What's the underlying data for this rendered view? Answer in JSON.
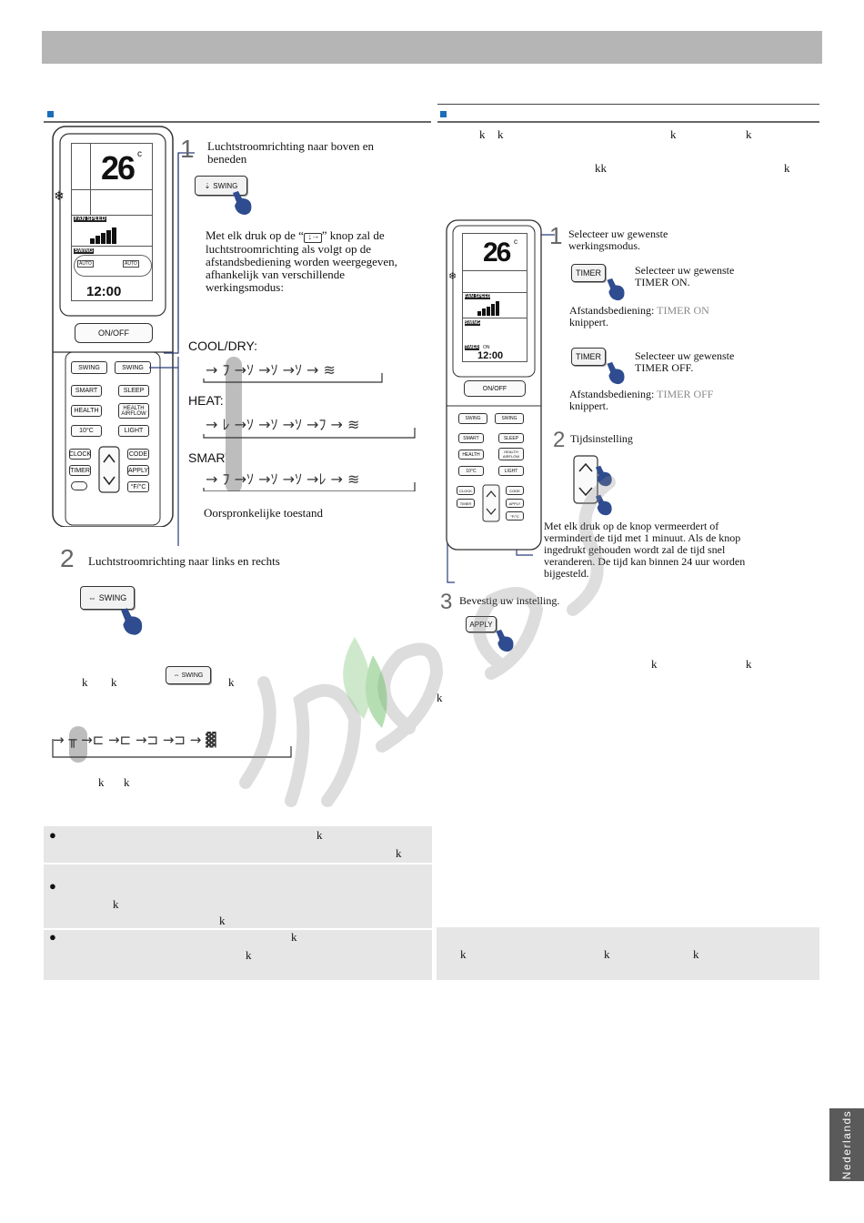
{
  "left": {
    "step1_number": "1",
    "step1_title": "Luchtstroomrichting naar boven en beneden",
    "step1_button": "SWING",
    "step1_desc_before": "Met elk druk op de “",
    "step1_desc_after": "” knop zal de luchtstroomrichting als volgt op de afstandsbediening worden weergegeven, afhankelijk van verschillende werkingsmodus:",
    "mode_cool": "COOL/DRY:",
    "mode_heat": "HEAT:",
    "mode_smart": "SMART:",
    "original_state": "Oorspronkelijke toestand",
    "step2_number": "2",
    "step2_title": "Luchtstroomrichting naar links en rechts",
    "step2_button": "SWING",
    "stray_k1": "k",
    "stray_k2": "k",
    "stray_k3": "k",
    "stray_k4": "k",
    "stray_k5": "k",
    "notes_k": [
      "k",
      "k",
      "k",
      "k",
      "k",
      "k"
    ]
  },
  "right": {
    "top_k": [
      "k",
      "k",
      "k",
      "k"
    ],
    "kk_line": "kk",
    "kk_line_end": "k",
    "step1_number": "1",
    "step1_title": "Selecteer uw gewenste werkingsmodus.",
    "timer_btn": "TIMER",
    "timer_on_text": "Selecteer uw gewenste TIMER ON.",
    "afst_on_label": "Afstandsbediening:",
    "afst_on_value": "TIMER ON",
    "afst_on_after": "knippert.",
    "timer_off_text": "Selecteer uw gewenste TIMER OFF.",
    "afst_off_label": "Afstandsbediening:",
    "afst_off_value": "TIMER OFF",
    "afst_off_after": "knippert.",
    "step2_number": "2",
    "step2_title": "Tijdsinstelling",
    "time_desc": "Met elk druk op de knop vermeerdert of vermindert de tijd met 1 minuut. Als de knop ingedrukt gehouden wordt zal de tijd snel veranderen. De tijd kan binnen 24 uur worden bijgesteld.",
    "step3_number": "3",
    "step3_title": "Bevestig uw instelling.",
    "apply_btn": "APPLY",
    "bottom_k": [
      "k",
      "k",
      "k"
    ],
    "note_k": [
      "k",
      "k",
      "k"
    ]
  },
  "remote": {
    "temp": "26",
    "unit": "c",
    "fan_speed": "FAN SPEED",
    "swing": "SWING",
    "timer_label": "TIMER",
    "on_label": "ON",
    "clock": "12:00",
    "auto": "AUTO",
    "onoff": "ON/OFF",
    "btn_swing": "SWING",
    "btn_smart": "SMART",
    "btn_sleep": "SLEEP",
    "btn_health": "HEALTH",
    "btn_health_airflow": "HEALTH AIRFLOW",
    "btn_10c": "10°C",
    "btn_light": "LIGHT",
    "btn_clock": "CLOCK",
    "btn_code": "CODE",
    "btn_timer": "TIMER",
    "btn_apply": "APPLY",
    "btn_fc": "°F/°C"
  },
  "side_tab": "Nederlands",
  "colors": {
    "accent": "#1a6fb8",
    "header_bar": "#b5b5b5",
    "note_bg": "#e6e6e6",
    "tab_bg": "#5a5a5a"
  }
}
